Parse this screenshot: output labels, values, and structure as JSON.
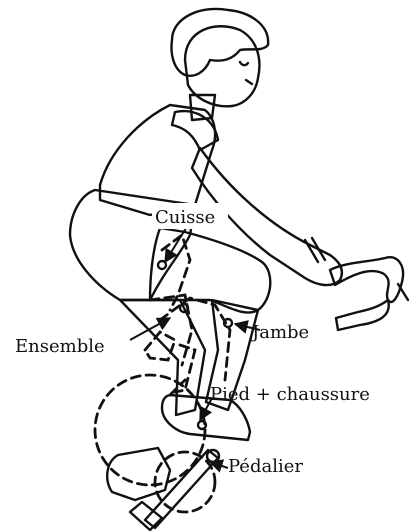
{
  "labels": {
    "thigh": "Cuisse",
    "assembly": "Ensemble",
    "leg": "Jambe",
    "foot": "Pied + chaussure",
    "crankset": "Pédalier"
  },
  "colors": {
    "jersey": "#ee1c1c",
    "shorts": "#0a0a0a",
    "skin": "#c9c9c9",
    "shoe": "#3a3a3a",
    "hair": "#ffffff",
    "ink": "#111111"
  }
}
